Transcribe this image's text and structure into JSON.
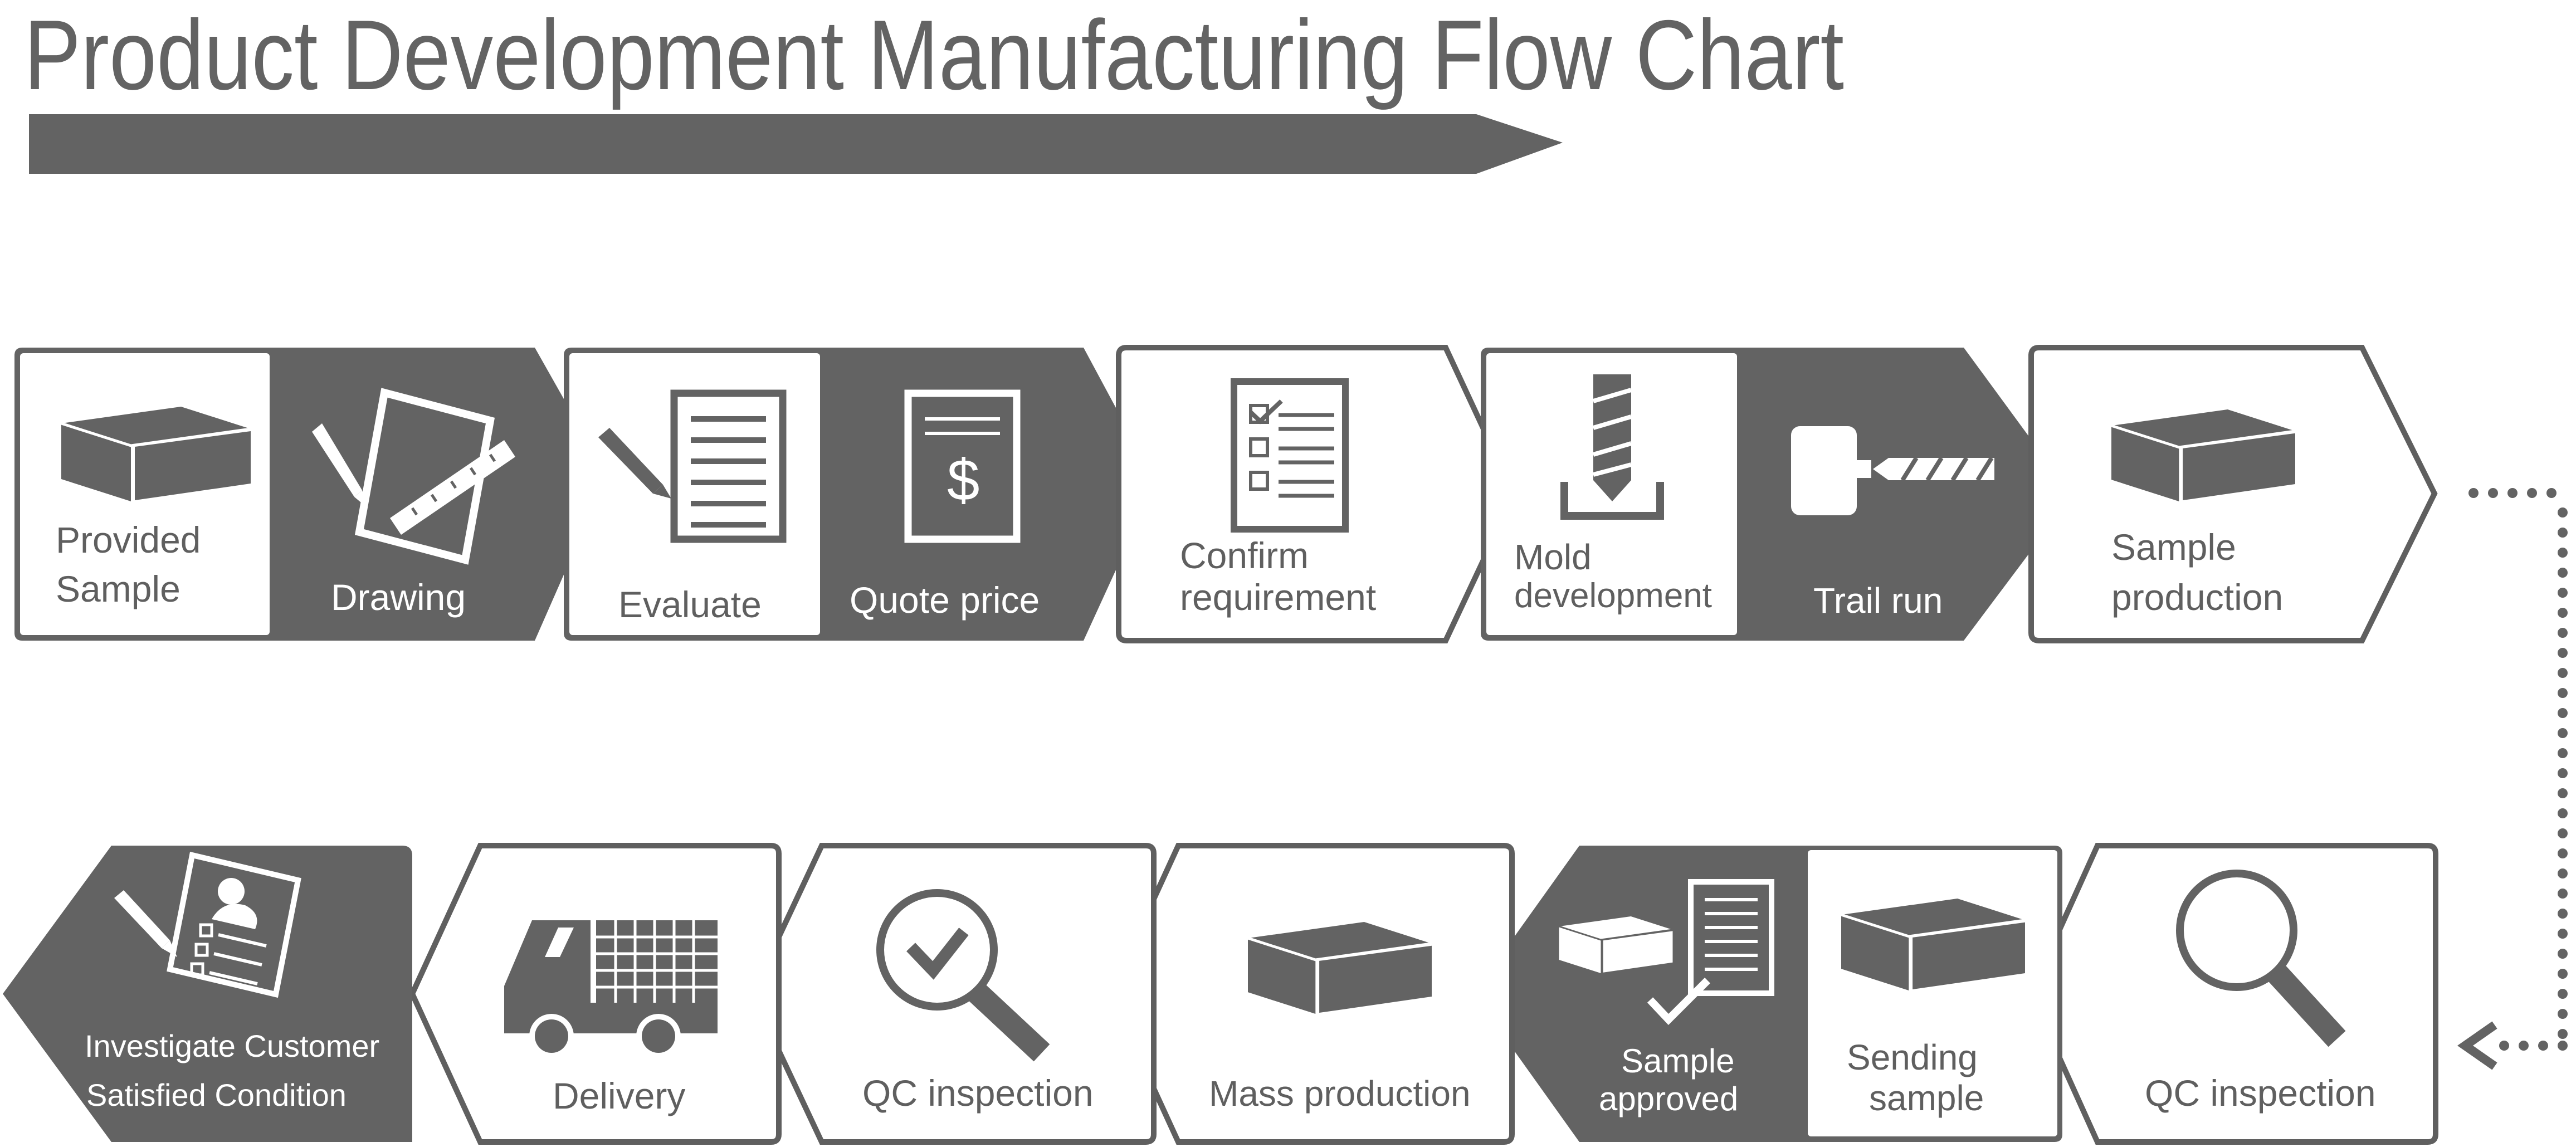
{
  "title": "Product Development Manufacturing Flow Chart",
  "colors": {
    "dark": "#636363",
    "outline": "#5f5f5f",
    "light_bg": "#ffffff",
    "text_on_light": "#5f5f5f",
    "text_on_dark": "#ffffff"
  },
  "row1": {
    "blocks": [
      {
        "cells": [
          {
            "label": [
              "Provided",
              "Sample"
            ],
            "icon": "box-icon",
            "dark": false
          },
          {
            "label": [
              "Drawing"
            ],
            "icon": "drawing-ruler-icon",
            "dark": true
          }
        ]
      },
      {
        "cells": [
          {
            "label": [
              "Evaluate"
            ],
            "icon": "pencil-document-icon",
            "dark": false
          },
          {
            "label": [
              "Quote price"
            ],
            "icon": "dollar-document-icon",
            "dark": true
          }
        ]
      },
      {
        "cells": [
          {
            "label": [
              "Confirm",
              "requirement"
            ],
            "icon": "checklist-icon",
            "dark": false
          }
        ]
      },
      {
        "cells": [
          {
            "label": [
              "Mold",
              "development"
            ],
            "icon": "screw-mold-icon",
            "dark": false
          },
          {
            "label": [
              "Trail run"
            ],
            "icon": "trial-screw-icon",
            "dark": true
          }
        ]
      },
      {
        "cells": [
          {
            "label": [
              "Sample",
              "production"
            ],
            "icon": "box-icon",
            "dark": false
          }
        ]
      }
    ]
  },
  "row2": {
    "blocks": [
      {
        "cells": [
          {
            "label": [
              "QC inspection"
            ],
            "icon": "magnifier-icon",
            "dark": false
          }
        ]
      },
      {
        "cells": [
          {
            "label": [
              "Sample",
              "approved"
            ],
            "icon": "box-approved-document-icon",
            "dark": true
          },
          {
            "label": [
              "Sending",
              "sample"
            ],
            "icon": "box-icon",
            "dark": false
          }
        ]
      },
      {
        "cells": [
          {
            "label": [
              "Mass production"
            ],
            "icon": "box-icon",
            "dark": false
          }
        ]
      },
      {
        "cells": [
          {
            "label": [
              "QC inspection"
            ],
            "icon": "magnifier-check-icon",
            "dark": false
          }
        ]
      },
      {
        "cells": [
          {
            "label": [
              "Delivery"
            ],
            "icon": "truck-icon",
            "dark": false
          }
        ]
      },
      {
        "cells": [
          {
            "label": [
              "Investigate Customer",
              "Satisfied Condition"
            ],
            "icon": "survey-form-icon",
            "dark": true
          }
        ]
      }
    ]
  }
}
